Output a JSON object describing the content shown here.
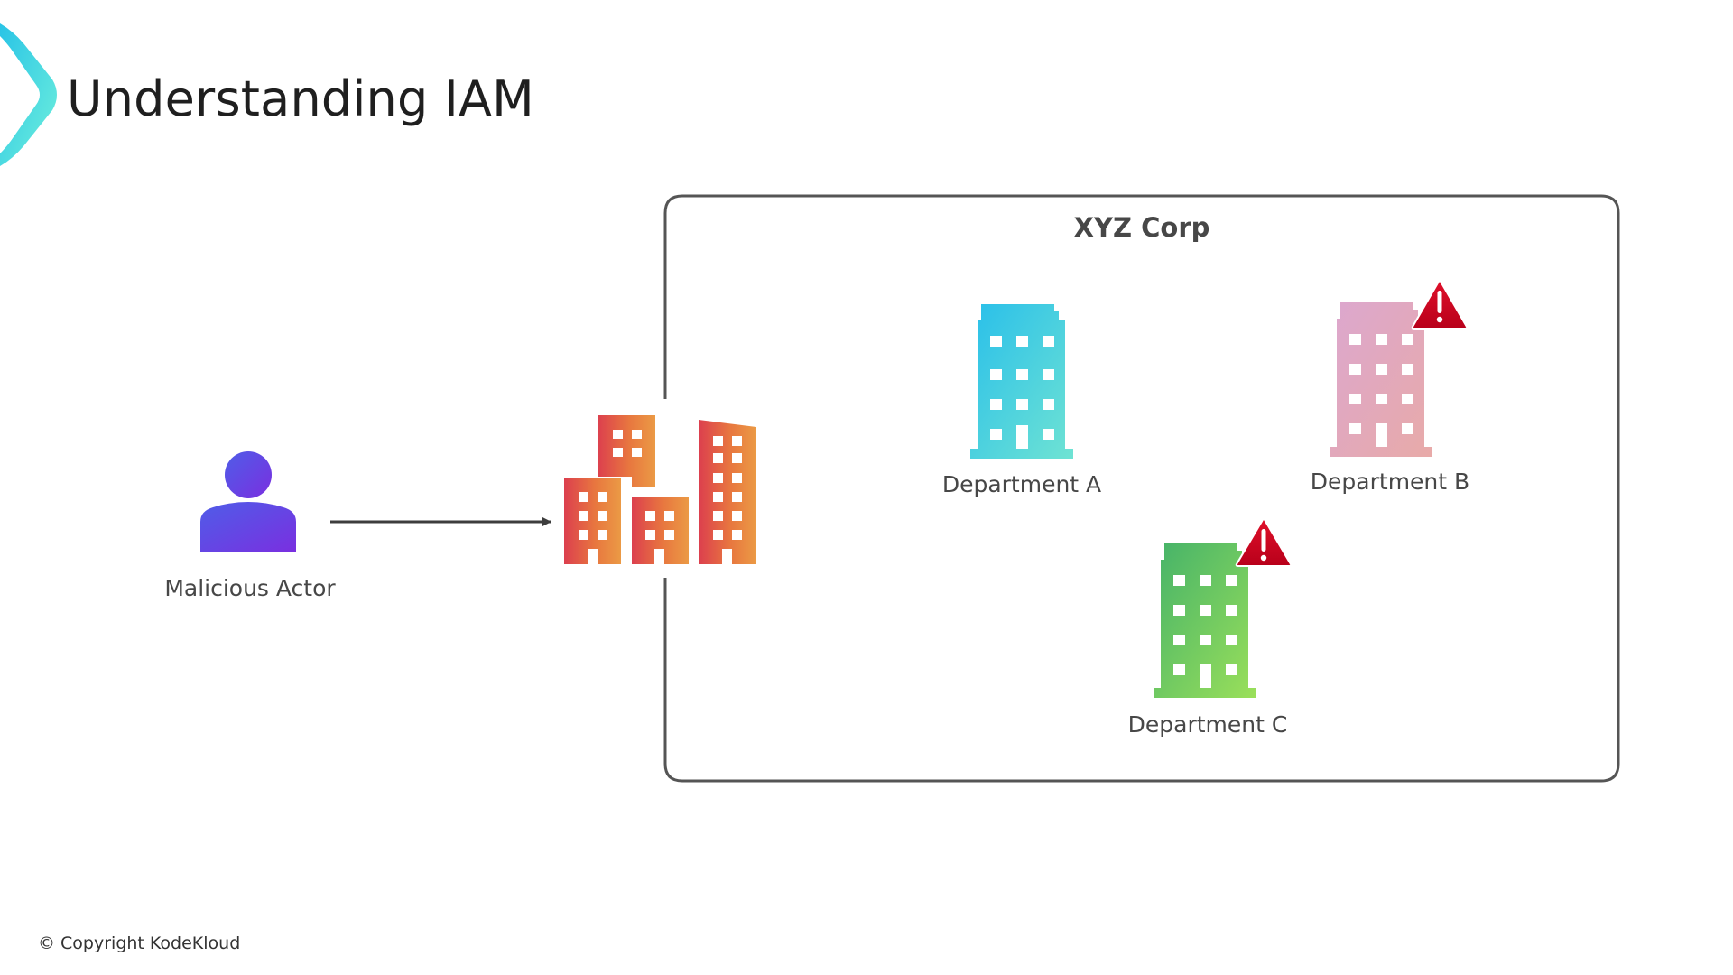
{
  "slide": {
    "title": "Understanding IAM",
    "copyright": "© Copyright KodeKloud",
    "logo_icon": "kodekloud-chevron-logo"
  },
  "diagram": {
    "actor": {
      "label": "Malicious Actor",
      "icon": "user-icon",
      "color_start": "#4f5de8",
      "color_end": "#7a2fe0"
    },
    "arrow": {
      "from": "Malicious Actor",
      "to": "XYZ Corp",
      "color": "#3d3d3d"
    },
    "target": {
      "icon": "city-buildings-icon",
      "color_start": "#dc3f4e",
      "color_end": "#eb9a45"
    },
    "organization": {
      "label": "XYZ Corp",
      "border_color": "#555555",
      "departments": [
        {
          "label": "Department A",
          "icon": "office-building-icon",
          "color_start": "#29bfea",
          "color_end": "#6fe3d3",
          "warning": false
        },
        {
          "label": "Department B",
          "icon": "office-building-icon",
          "color_start": "#dca7cf",
          "color_end": "#e8aaa8",
          "warning": true
        },
        {
          "label": "Department C",
          "icon": "office-building-icon",
          "color_start": "#44b269",
          "color_end": "#9be05a",
          "warning": true
        }
      ],
      "warning_icon": "warning-triangle-icon",
      "warning_color": "#d0021b"
    }
  }
}
